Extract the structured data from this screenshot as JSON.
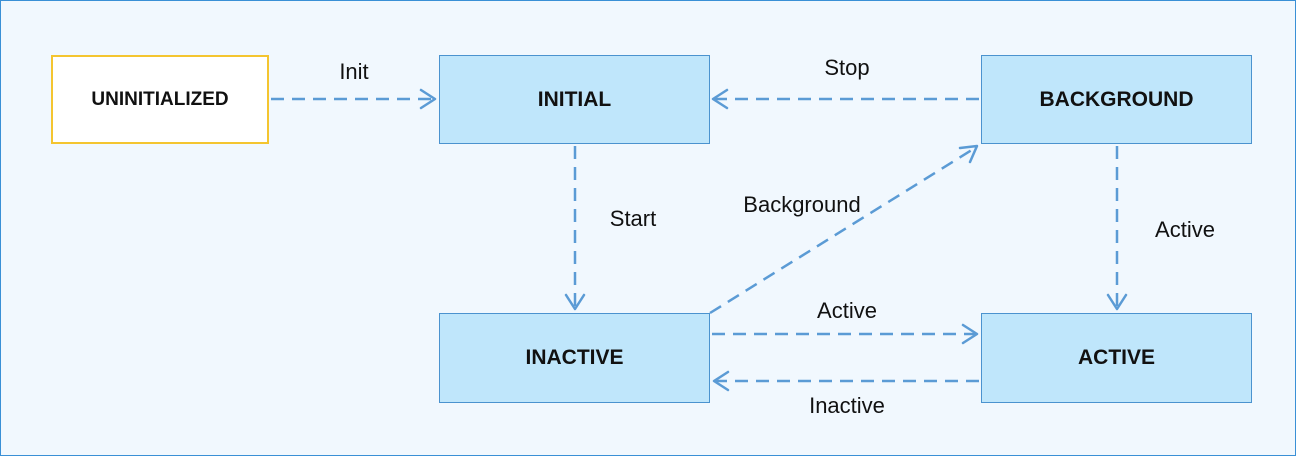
{
  "nodes": {
    "uninitialized": "UNINITIALIZED",
    "initial": "INITIAL",
    "background": "BACKGROUND",
    "inactive": "INACTIVE",
    "active": "ACTIVE"
  },
  "edges": {
    "init": "Init",
    "stop": "Stop",
    "start": "Start",
    "background": "Background",
    "active_from_background": "Active",
    "active_from_inactive": "Active",
    "inactive_from_active": "Inactive"
  }
}
